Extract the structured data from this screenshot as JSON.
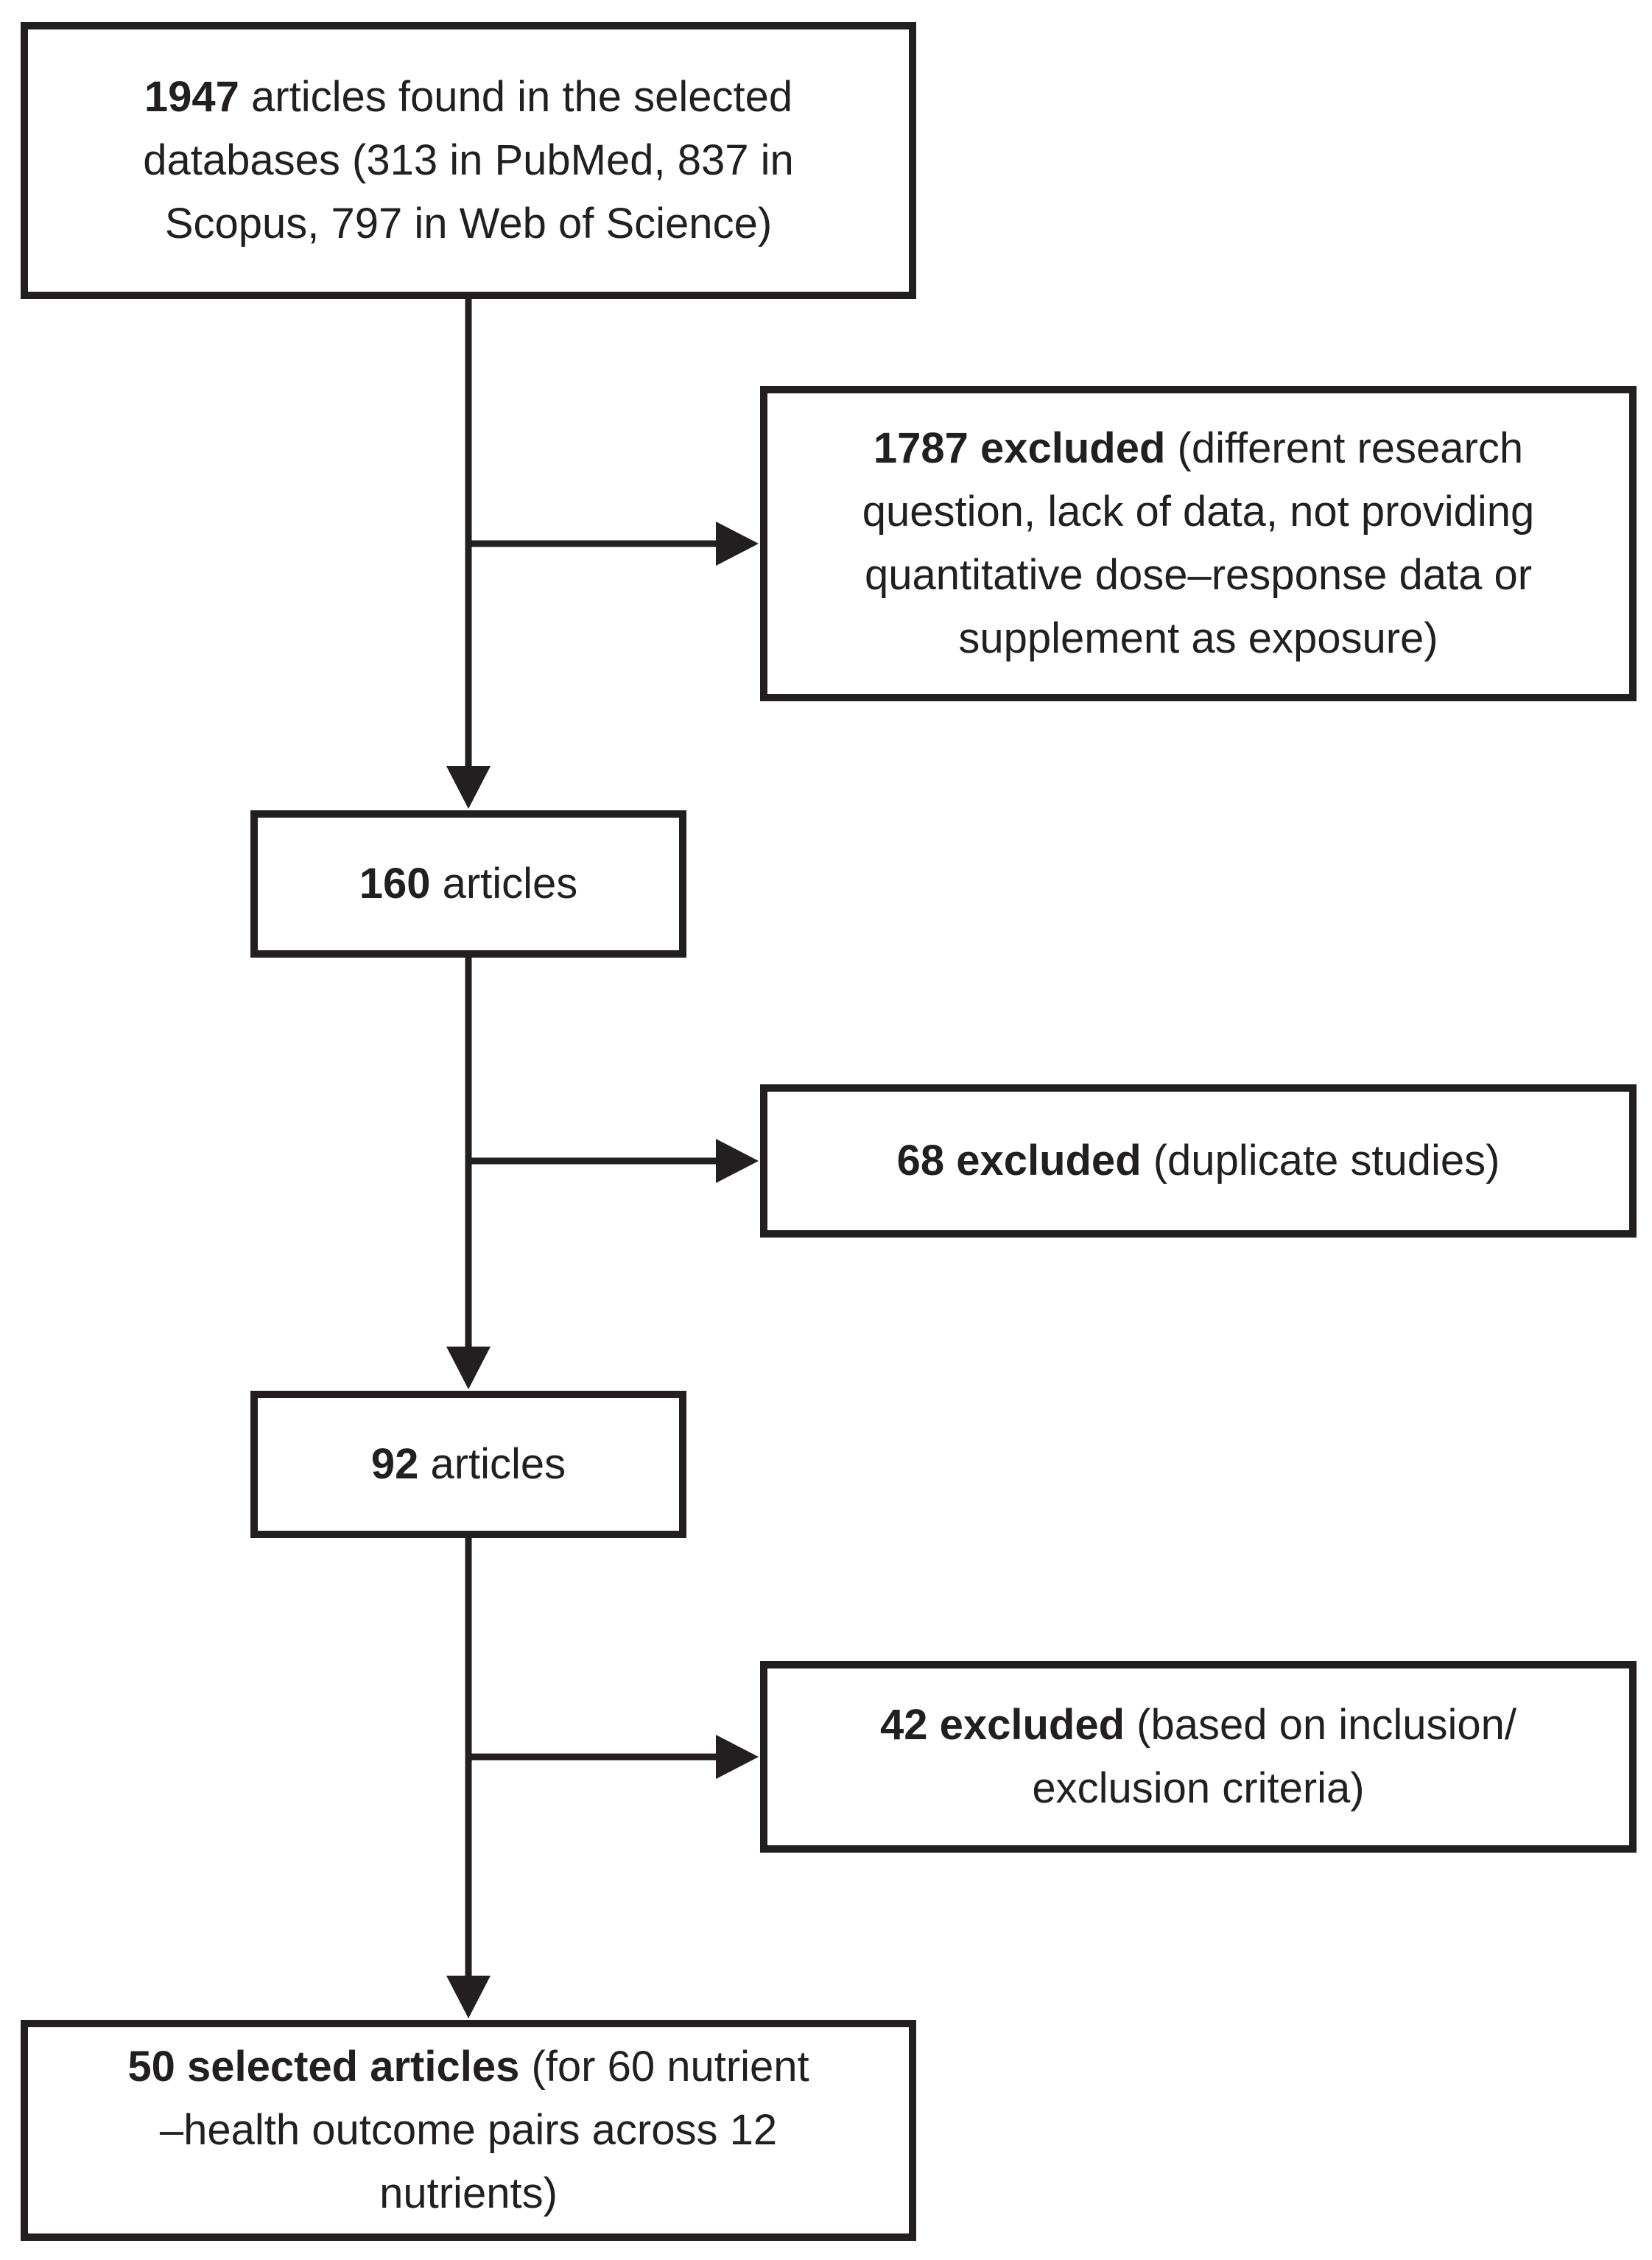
{
  "diagram": {
    "type": "flowchart",
    "colors": {
      "ink": "#231f20",
      "background": "#ffffff"
    },
    "boxes": {
      "found": {
        "bold": "1947",
        "rest": " articles found in the selected\ndatabases (313 in PubMed, 837 in\nScopus, 797 in Web of Science)"
      },
      "excluded_screening": {
        "bold": "1787 excluded",
        "rest": " (different research\nquestion, lack of data, not providing\nquantitative dose–response data or\nsupplement as exposure)"
      },
      "articles_160": {
        "bold": "160",
        "rest": " articles"
      },
      "excluded_duplicates": {
        "bold": "68 excluded",
        "rest": " (duplicate studies)"
      },
      "articles_92": {
        "bold": "92",
        "rest": " articles"
      },
      "excluded_criteria": {
        "bold": "42 excluded",
        "rest": " (based on inclusion/\nexclusion criteria)"
      },
      "selected": {
        "bold": "50 selected articles",
        "rest": " (for 60 nutrient\n–health outcome pairs across 12\nnutrients)"
      }
    }
  }
}
